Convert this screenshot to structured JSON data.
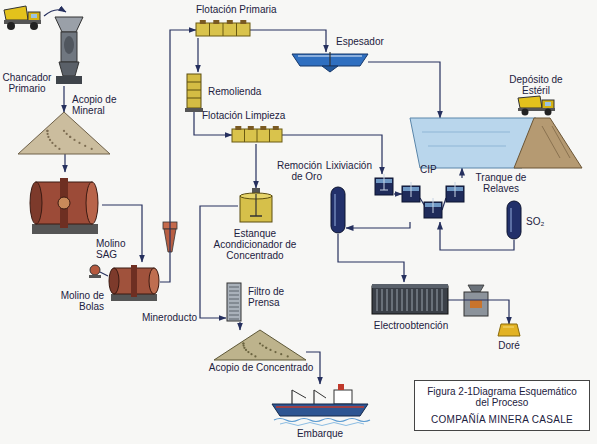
{
  "diagram": {
    "nodes": [
      {
        "text": [
          "Chancador Primario"
        ]
      },
      {
        "text": [
          "Flotación Primaria"
        ]
      },
      {
        "text": [
          "Remolienda"
        ]
      },
      {
        "text": [
          "Espesador"
        ]
      },
      {
        "text": [
          "Depósito de Estéril"
        ]
      },
      {
        "text": [
          "Acopio de Mineral"
        ]
      },
      {
        "text": [
          "Flotación Limpieza"
        ]
      },
      {
        "text": [
          "Tranque de Relaves"
        ]
      },
      {
        "text": [
          "Remoción de Oro"
        ]
      },
      {
        "text": [
          "Lixiviación"
        ]
      },
      {
        "text": [
          "CIP"
        ]
      },
      {
        "text": [
          "Molino SAG"
        ]
      },
      {
        "text": [
          "Estanque Acondicionador de Concentrado"
        ]
      },
      {
        "text": [
          "SO₂"
        ]
      },
      {
        "text": [
          "Molino de Bolas"
        ]
      },
      {
        "text": [
          "Filtro de Prensa"
        ]
      },
      {
        "text": [
          "Electroobtención"
        ]
      },
      {
        "text": [
          "Doré"
        ]
      },
      {
        "text": [
          "Acopio de Concentrado"
        ]
      },
      {
        "text": [
          "Embarque"
        ]
      },
      {
        "text": [
          "Figura 2-1Diagrama Esquemático del Proceso",
          "COMPAÑÍA MINERA CASALE"
        ]
      }
    ],
    "edges": [
      {
        "from": 0,
        "to": 5,
        "arrow": "to"
      },
      {
        "from": 5,
        "to": 11,
        "arrow": "to"
      },
      {
        "from": 11,
        "to": 14,
        "arrow": "to"
      },
      {
        "from": 14,
        "to": 1,
        "arrow": "to"
      },
      {
        "from": 1,
        "to": 2,
        "arrow": "to"
      },
      {
        "from": 1,
        "to": 3,
        "arrow": "to"
      },
      {
        "from": 2,
        "to": 6,
        "arrow": "to"
      },
      {
        "from": 6,
        "to": 12,
        "arrow": "to"
      },
      {
        "from": 6,
        "to": 9,
        "arrow": "to"
      },
      {
        "from": 3,
        "to": 7,
        "arrow": "to"
      },
      {
        "from": 9,
        "to": 10,
        "arrow": "to"
      },
      {
        "from": 10,
        "to": 7,
        "arrow": "to"
      },
      {
        "from": 13,
        "to": 10,
        "arrow": "to"
      },
      {
        "from": 10,
        "to": 8,
        "arrow": "to"
      },
      {
        "from": 8,
        "to": 16,
        "arrow": "to"
      },
      {
        "from": 16,
        "to": 17,
        "arrow": "to"
      },
      {
        "from": 12,
        "to": 15,
        "label": "Mineroducto",
        "arrow": "to"
      },
      {
        "from": 15,
        "to": 18,
        "arrow": "to"
      },
      {
        "from": 18,
        "to": 19,
        "arrow": "to"
      }
    ]
  }
}
